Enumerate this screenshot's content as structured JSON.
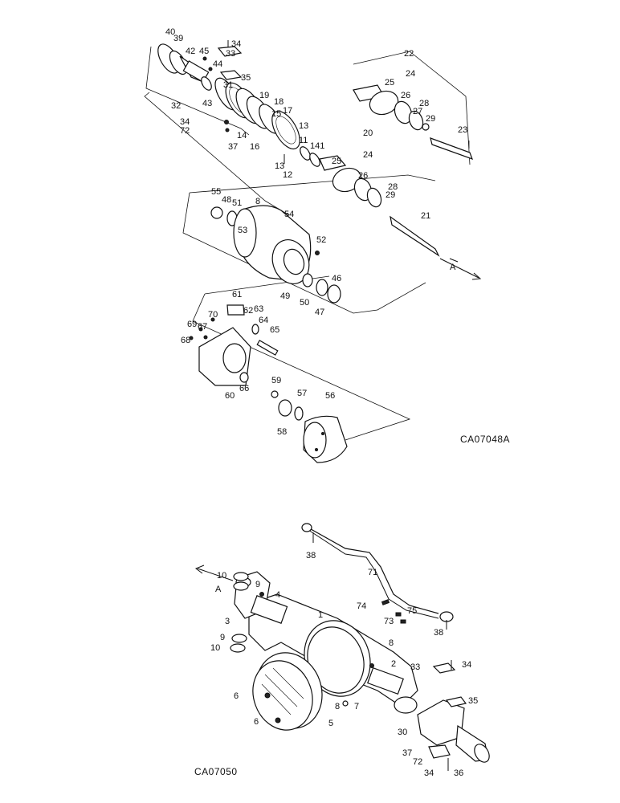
{
  "drawing_codes": {
    "upper": "CA07048A",
    "lower": "CA07050"
  },
  "arrows": {
    "upper": "A",
    "lower": "A"
  },
  "upper_callouts": {
    "c40": "40",
    "c39": "39",
    "c42": "42",
    "c45": "45",
    "c34": "34",
    "c33": "33",
    "c44": "44",
    "c35": "35",
    "c31": "31",
    "c43": "43",
    "c19": "19",
    "c18": "18",
    "c32": "32",
    "c15": "15",
    "c17": "17",
    "c34b": "34",
    "c72": "72",
    "c14": "14",
    "c16": "16",
    "c13": "13",
    "c37": "37",
    "c11": "11",
    "c141": "141",
    "c13b": "13",
    "c12": "12",
    "c22": "22",
    "c24": "24",
    "c25": "25",
    "c26": "26",
    "c28": "28",
    "c27": "27",
    "c29": "29",
    "c23": "23",
    "c20": "20",
    "c24b": "24",
    "c25b": "25",
    "c26b": "26",
    "c28b": "28",
    "c29b": "29",
    "c21": "21",
    "c55": "55",
    "c48": "48",
    "c51": "51",
    "c8": "8",
    "c53": "53",
    "c54": "54",
    "c52": "52",
    "c46": "46",
    "c50": "50",
    "c49": "49",
    "c47": "47",
    "c61": "61",
    "c62": "62",
    "c63": "63",
    "c70": "70",
    "c64": "64",
    "c69": "69",
    "c67": "67",
    "c65": "65",
    "c68": "68",
    "c66": "66",
    "c60": "60",
    "c59": "59",
    "c57": "57",
    "c56": "56",
    "c58": "58"
  },
  "lower_callouts": {
    "c38": "38",
    "c71": "71",
    "c10": "10",
    "c9": "9",
    "c4": "4",
    "c74": "74",
    "c75": "75",
    "c73": "73",
    "c38b": "38",
    "c3": "3",
    "c1": "1",
    "c9b": "9",
    "c10b": "10",
    "c8": "8",
    "c2": "2",
    "c33": "33",
    "c34": "34",
    "c6": "6",
    "c8b": "8",
    "c7": "7",
    "c35": "35",
    "c6b": "6",
    "c5": "5",
    "c30": "30",
    "c37": "37",
    "c72": "72",
    "c34b": "34",
    "c36": "36"
  }
}
